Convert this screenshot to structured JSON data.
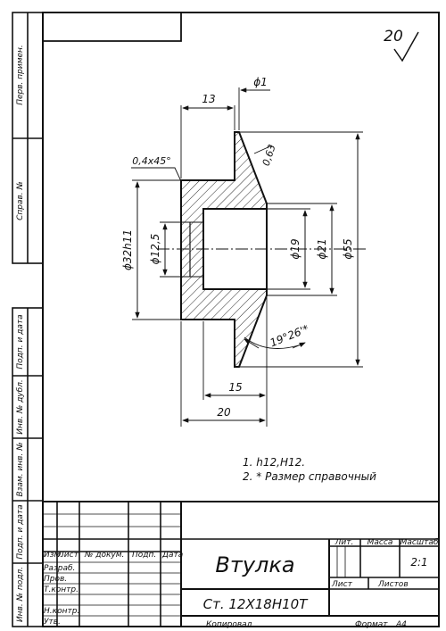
{
  "roughness": "20",
  "side_labels": [
    "Перв. примен.",
    "Справ. №",
    "Подп. и дата",
    "Инв. № дубл.",
    "Взам. инв. №",
    "Подп. и дата",
    "Инв. № подл."
  ],
  "dims": {
    "phi1": "ϕ1",
    "d13": "13",
    "r063": "0,63",
    "chamfer": "0,4x45°",
    "phi32": "ϕ32h11",
    "phi125": "ϕ12,5",
    "phi19": "ϕ19",
    "phi21": "ϕ21",
    "phi55": "ϕ55",
    "angle": "19°26'*",
    "d15": "15",
    "d20": "20"
  },
  "notes": [
    "1. h12,H12.",
    "2. * Размер справочный"
  ],
  "title_block": {
    "headers": [
      "Изм.",
      "Лист",
      "№ докум.",
      "Подп.",
      "Дата"
    ],
    "roles": [
      "Разраб.",
      "Пров.",
      "Т.контр.",
      "Н.контр.",
      "Утв."
    ],
    "part_name": "Втулка",
    "material": "Ст. 12Х18Н10Т",
    "lit": "Лит.",
    "mass": "Масса",
    "scale_label": "Масштаб",
    "scale": "2:1",
    "sheet": "Лист",
    "sheets": "Листов",
    "copied": "Копировал",
    "format_label": "Формат",
    "format": "А4"
  }
}
